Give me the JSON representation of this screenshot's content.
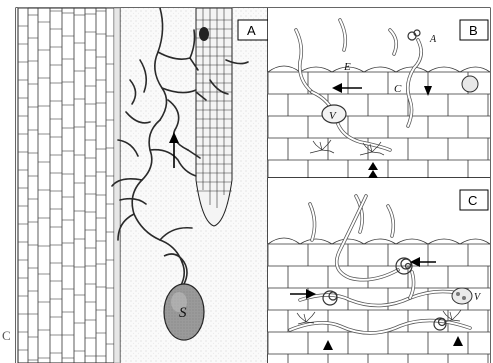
{
  "figure": {
    "panels": [
      {
        "id": "A",
        "label": "A"
      },
      {
        "id": "B",
        "label": "B"
      },
      {
        "id": "C",
        "label": "C"
      }
    ],
    "panel_b_annotations": {
      "epidermis": "E",
      "cortex": "C",
      "appressorium": "A",
      "vesicle": "V"
    },
    "panel_a_annotations": {
      "spore": "S"
    },
    "panel_c_annotations": {
      "vesicle": "V"
    },
    "edge_fragment": "C"
  }
}
